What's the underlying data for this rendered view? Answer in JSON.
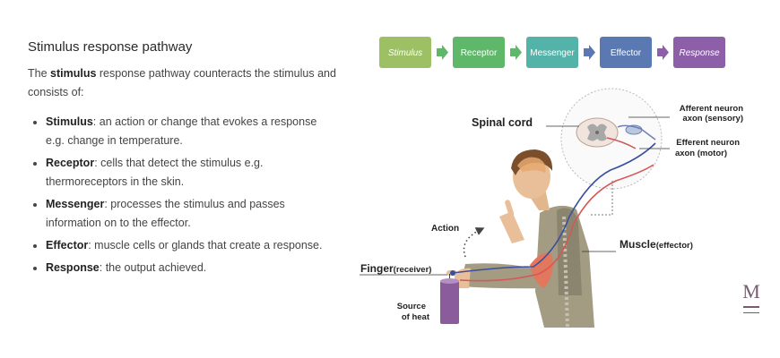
{
  "text": {
    "heading": "Stimulus response pathway",
    "intro_pre": "The ",
    "intro_bold": "stimulus",
    "intro_post": " response pathway counteracts the stimulus and consists of:",
    "items": [
      {
        "term": "Stimulus",
        "desc": ": an action or change that evokes a response e.g. change in temperature."
      },
      {
        "term": "Receptor",
        "desc": ": cells that detect the stimulus e.g. thermoreceptors in the skin."
      },
      {
        "term": "Messenger",
        "desc": ": processes the stimulus and passes information on to the effector."
      },
      {
        "term": "Effector",
        "desc": ": muscle cells or glands that create a response."
      },
      {
        "term": "Response",
        "desc": ": the output achieved."
      }
    ]
  },
  "flow": {
    "steps": [
      "Stimulus",
      "Receptor",
      "Messenger",
      "Effector",
      "Response"
    ],
    "colors": [
      "#9cc063",
      "#5fb86a",
      "#53b3a8",
      "#5a78b2",
      "#8d5fa8"
    ]
  },
  "diagram": {
    "spinal_cord": "Spinal cord",
    "afferent_line1": "Afferent neuron",
    "afferent_line2": "axon (sensory)",
    "efferent_line1": "Efferent neuron",
    "efferent_line2": "axon (motor)",
    "action": "Action",
    "muscle": "Muscle",
    "muscle_note": "(effector)",
    "finger": "Finger",
    "finger_note": "(receiver)",
    "heat_line1": "Source",
    "heat_line2": "of heat"
  },
  "menu": {
    "letter": "M"
  }
}
